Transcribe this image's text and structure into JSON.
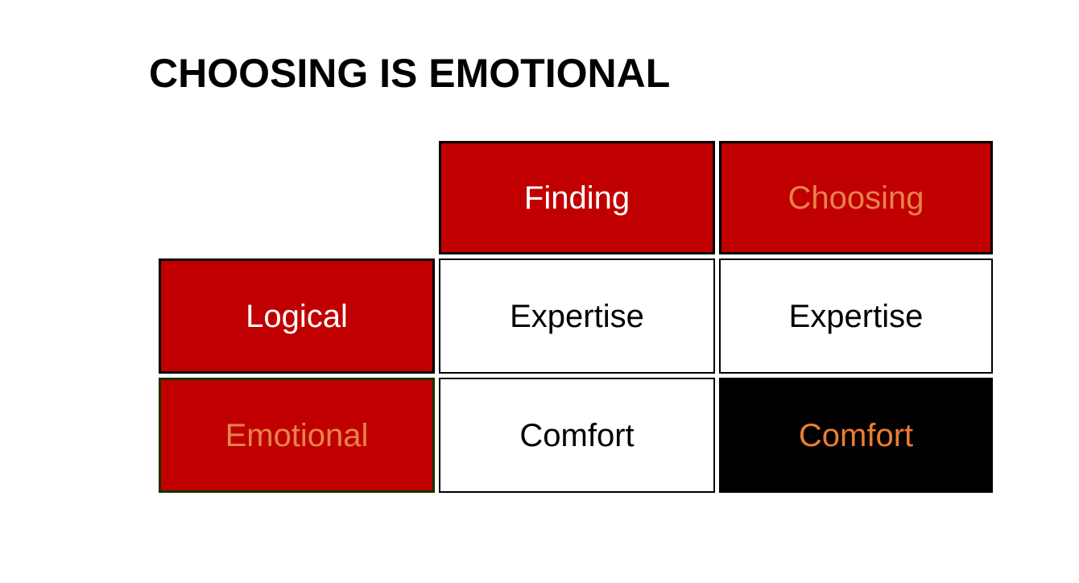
{
  "slide": {
    "title": "CHOOSING IS EMOTIONAL",
    "background_color": "#ffffff",
    "title_color": "#000000"
  },
  "matrix": {
    "column_headers": [
      {
        "label": "Finding",
        "background": "#c00000",
        "text_color": "#ffffff",
        "border_color": "#000000"
      },
      {
        "label": "Choosing",
        "background": "#c00000",
        "text_color": "#e8824b",
        "border_color": "#000000"
      }
    ],
    "row_headers": [
      {
        "label": "Logical",
        "background": "#c00000",
        "text_color": "#ffffff",
        "border_color": "#000000"
      },
      {
        "label": "Emotional",
        "background": "#c00000",
        "text_color": "#e8824b",
        "border_color": "#143300"
      }
    ],
    "cells": [
      {
        "row": "Logical",
        "column": "Finding",
        "label": "Expertise",
        "background": "#ffffff",
        "text_color": "#000000",
        "border_color": "#000000"
      },
      {
        "row": "Logical",
        "column": "Choosing",
        "label": "Expertise",
        "background": "#ffffff",
        "text_color": "#000000",
        "border_color": "#000000"
      },
      {
        "row": "Emotional",
        "column": "Finding",
        "label": "Comfort",
        "background": "#ffffff",
        "text_color": "#000000",
        "border_color": "#000000"
      },
      {
        "row": "Emotional",
        "column": "Choosing",
        "label": "Comfort",
        "background": "#000000",
        "text_color": "#ed7d31",
        "border_color": "#000000"
      }
    ]
  }
}
